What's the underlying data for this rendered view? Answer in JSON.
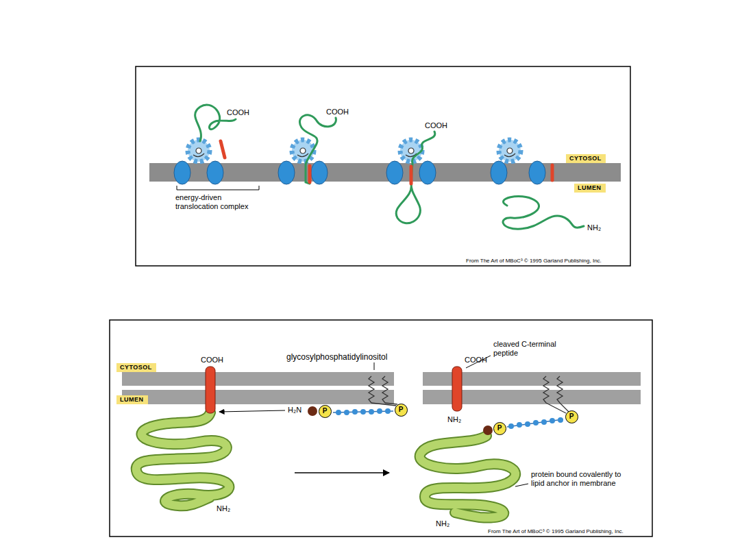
{
  "diagram": {
    "nodes": [
      {
        "text": [
          "CYTOSOL"
        ]
      },
      {
        "text": [
          "LUMEN"
        ]
      },
      {
        "text": [
          "CYTOSOL"
        ]
      },
      {
        "text": [
          "P"
        ]
      },
      {
        "text": [
          "P"
        ]
      },
      {
        "text": [
          "LUMEN"
        ]
      },
      {
        "text": [
          "P"
        ]
      },
      {
        "text": [
          "P"
        ]
      }
    ],
    "labels": [
      "COOH",
      "COOH",
      "COOH",
      "energy-driven translocation complex",
      "NH₂",
      "From The Art of MBoC³ © 1995 Garland Publishing, Inc.",
      "COOH",
      "glycosylphosphatidylinositol",
      "cleaved C-terminal peptide",
      "COOH",
      "H₂N",
      "protein bound covalently to lipid anchor in membrane",
      "NH₂",
      "NH₂",
      "NH₂",
      "From The Art of MBoC³ © 1995 Garland Publishing, Inc."
    ]
  }
}
